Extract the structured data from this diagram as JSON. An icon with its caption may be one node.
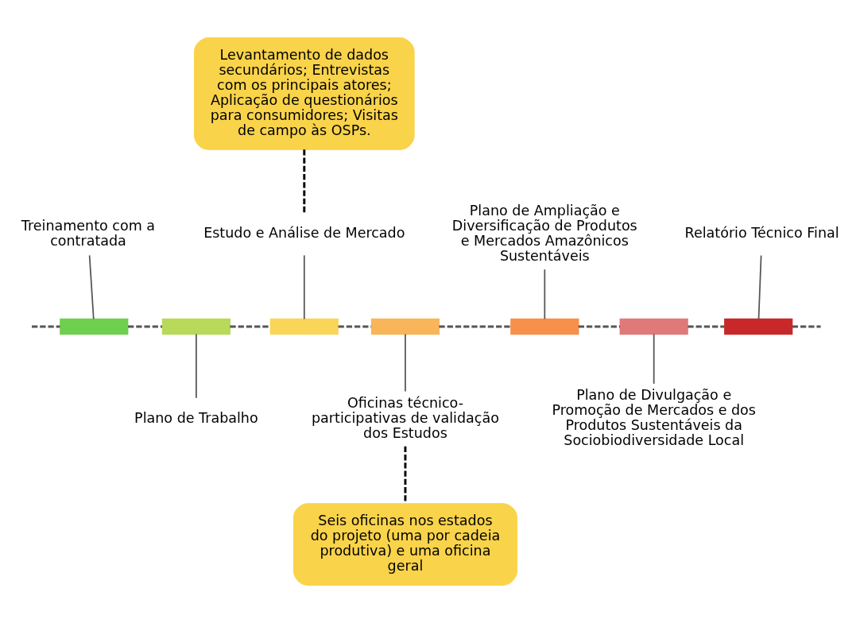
{
  "diagram": {
    "nodes": [
      {
        "text": [
          "Levantamento de dados secundários; Entrevistas com os principais atores; Aplicação de questionários para consumidores; Visitas de campo às OSPs."
        ]
      },
      {
        "text": [
          "Treinamento com a contratada"
        ]
      },
      {
        "text": [
          "Estudo e Análise de Mercado"
        ]
      },
      {
        "text": [
          "Plano de Ampliação e Diversificação de Produtos e Mercados Amazônicos Sustentáveis"
        ]
      },
      {
        "text": [
          "Relatório Técnico Final"
        ]
      },
      {
        "text": [],
        "shape": "bar"
      },
      {
        "text": [],
        "shape": "bar"
      },
      {
        "text": [],
        "shape": "bar"
      },
      {
        "text": [],
        "shape": "bar"
      },
      {
        "text": [],
        "shape": "bar"
      },
      {
        "text": [],
        "shape": "bar"
      },
      {
        "text": [],
        "shape": "bar"
      },
      {
        "text": [
          "Plano de Trabalho"
        ]
      },
      {
        "text": [
          "Oficinas técnico-participativas de validação dos Estudos"
        ]
      },
      {
        "text": [
          "Plano de Divulgação e Promoção de Mercados e dos Produtos Sustentáveis da Sociobiodiversidade Local"
        ]
      },
      {
        "text": [
          "Seis oficinas nos estados do projeto (uma por cadeia produtiva) e uma oficina geral"
        ]
      }
    ],
    "edges": [
      {
        "from": null,
        "to": 5,
        "arrow": "none",
        "style": "dashed"
      },
      {
        "from": 5,
        "to": 6,
        "arrow": "none",
        "style": "dashed"
      },
      {
        "from": 6,
        "to": 7,
        "arrow": "none",
        "style": "dashed"
      },
      {
        "from": 7,
        "to": 8,
        "arrow": "none",
        "style": "dashed"
      },
      {
        "from": 8,
        "to": 9,
        "arrow": "none",
        "style": "dashed"
      },
      {
        "from": 9,
        "to": 10,
        "arrow": "none",
        "style": "dashed"
      },
      {
        "from": 10,
        "to": 11,
        "arrow": "none",
        "style": "dashed"
      },
      {
        "from": 11,
        "to": null,
        "arrow": "none",
        "style": "dashed"
      },
      {
        "from": 1,
        "to": 5,
        "arrow": "none"
      },
      {
        "from": 6,
        "to": 12,
        "arrow": "none"
      },
      {
        "from": 2,
        "to": 7,
        "arrow": "none"
      },
      {
        "from": 8,
        "to": 13,
        "arrow": "none"
      },
      {
        "from": 3,
        "to": 9,
        "arrow": "none"
      },
      {
        "from": 10,
        "to": 14,
        "arrow": "none"
      },
      {
        "from": 4,
        "to": 11,
        "arrow": "none"
      },
      {
        "from": 0,
        "to": 2,
        "arrow": "none",
        "style": "dashed",
        "color": "#000000"
      },
      {
        "from": 13,
        "to": 15,
        "arrow": "none",
        "style": "dashed",
        "color": "#000000"
      }
    ]
  }
}
